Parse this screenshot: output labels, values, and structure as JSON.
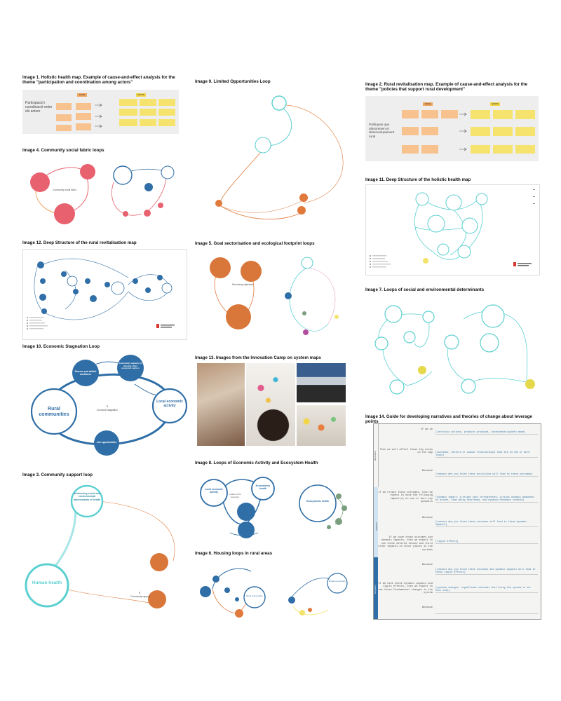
{
  "captions": {
    "img1": "Image 1. Holistic health map. Example of cause-and-effect analysis for the theme \"participation and coordination among actors\"",
    "img2": "Image 2. Rural revitalisation map. Example of cause-and-effect analysis for the theme \"policies that support rural development\"",
    "img3": "Image 3. Community support loop",
    "img4": "Image 4. Community social fabric loops",
    "img5": "Image 5. Goal sectorisation and ecological footprint loops",
    "img6": "Image 6. Housing loops in rural areas",
    "img7": "Image 7. Loops of social and environmental determinants",
    "img8": "Image 8. Loops of Economic Activity and Ecosystem Health",
    "img9": "Image 9. Limited Opportunities Loop",
    "img10": "Image 10. Economic Stagnation Loop",
    "img11": "Image 11. Deep Structure of the holistic health map",
    "img12": "Image 12. Deep Structure of the rural revitalisation map",
    "img13": "Image 13. Images from the Innovation Camp on system maps",
    "img14": "Image 14. Guide for developing narratives and theories of change about leverage points"
  },
  "img1": {
    "side_label": "Participació i coordinació entre els actors",
    "top_tags": [
      "CAUSA",
      "EFECTE"
    ]
  },
  "img2": {
    "side_label": "Polítiques que afavoreixen el desenvolupament rural",
    "top_tags": [
      "CAUSA",
      "EFECTE"
    ]
  },
  "img3": {
    "top_node": "Addressing social and environmental determinants of health",
    "left_node": "Human health",
    "loop_label": "R",
    "loop_name": "Community support"
  },
  "img4": {
    "center_label": "Community social fabric"
  },
  "img5": {
    "center_label": "Sectorising objectives"
  },
  "img6": {
    "node_a": "Rural communities",
    "node_b": "Rural communities"
  },
  "img8": {
    "node_local": "Local economic activity",
    "node_eco": "Ecosystemic health",
    "center": "Impacts on the ecosystem",
    "node_right": "Ecosystemic health"
  },
  "img10": {
    "node_rural": "Rural communities",
    "node_local": "Local economic activity",
    "node_jobs": "Job opportunities",
    "node_diverse": "Diverse and skilled workforce",
    "node_capacity": "Community capacity to develop other economic sectors",
    "loop_label": "R",
    "loop_name": "Economic stagnation"
  },
  "img14": {
    "phases": [
      "short-term",
      "mid-term",
      "long-term"
    ],
    "rows": [
      {
        "q": "If we do",
        "a": "[intrinsic actions, products produced, investments/grants made]"
      },
      {
        "q": "Then we will affect these key areas on the map",
        "a": "[outcomes; factors or causal relationships that are in one or more loops]"
      },
      {
        "q": "Because",
        "a": "[reasons why you think these activities will lead to these outcomes]"
      },
      {
        "q": "If we create these outcomes, then we expect to have the following impact(s) on one or more key dynamics",
        "a": "[dynamic impact: a bright spot strengthened, vicious dynamic weakened or broken, time delay shortened, new dynamic/feedback created]"
      },
      {
        "q": "Because",
        "a": "[reasons why you think these outcomes will lead to these dynamic impacts]"
      },
      {
        "q": "If we have these outcomes and dynamic impacts, then we expect to see these desired second and third order impacts on other places in the systems",
        "a": "[ripple effects]"
      },
      {
        "q": "Because",
        "a": "[reasons why you think these outcomes and dynamic impacts will lead to these ripple effects]"
      },
      {
        "q": "If we have these dynamic impacts and ripple effects, then we expect to see these fundamental changes in the system",
        "a": "[systems changes: significant outcomes that bring the system to our next step]"
      },
      {
        "q": "Because",
        "a": ""
      }
    ]
  },
  "colors": {
    "teal": "#5ccfd0",
    "blue": "#2f6ea6",
    "orange": "#e07a3c",
    "pink": "#e8616e",
    "yellow": "#f3e36a",
    "green": "#7a9e7e",
    "purple": "#b44ca0"
  }
}
